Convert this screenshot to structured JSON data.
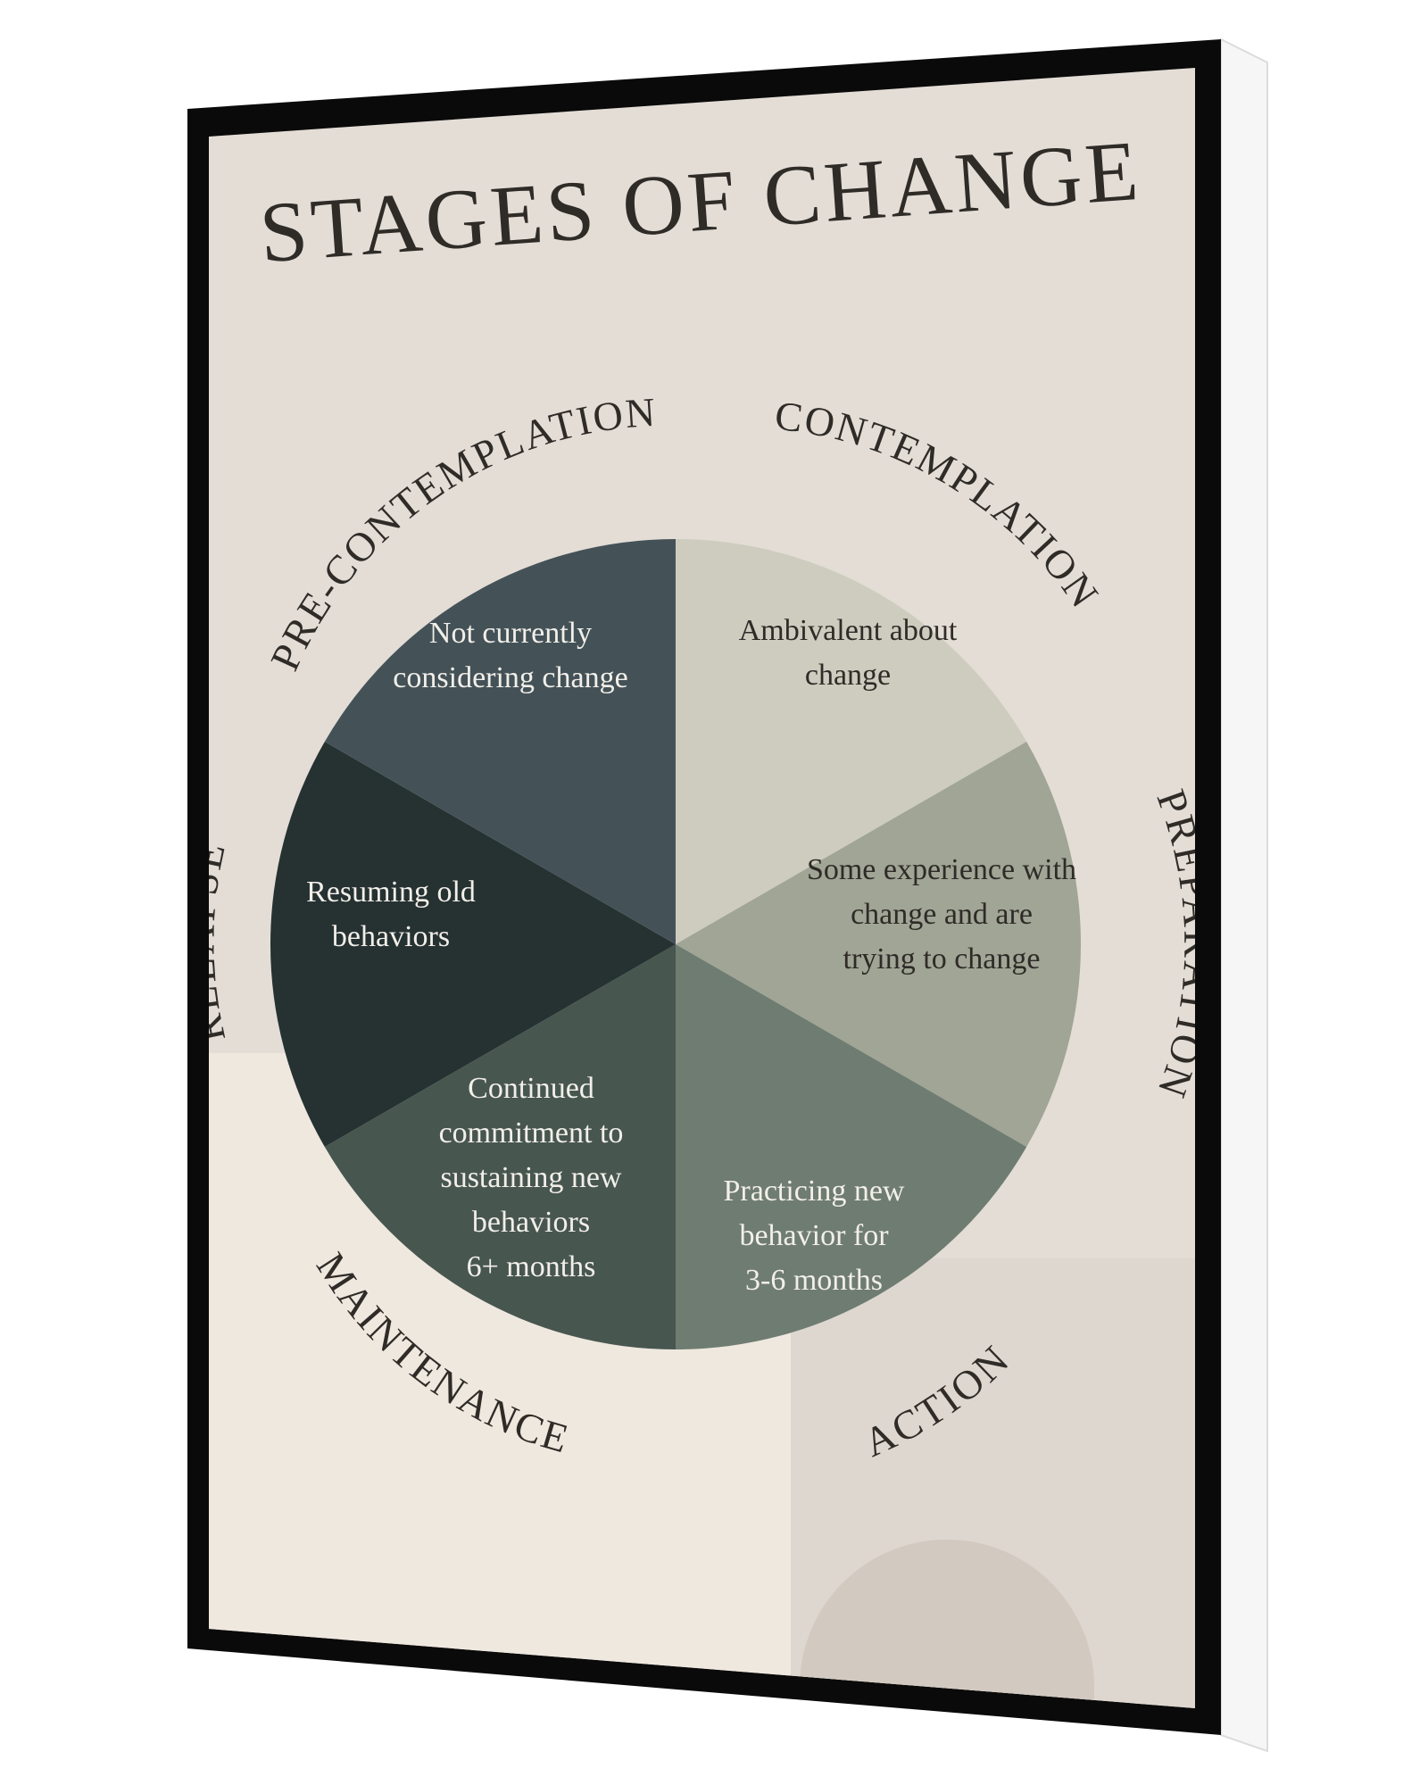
{
  "title": "STAGES OF CHANGE",
  "colors": {
    "poster_bg": "#e3ddd6",
    "poster_bg_lower": "#efe8df",
    "frame": "#0a0a0a",
    "canvas_edge": "#f4f4f4",
    "text_dark": "#2f2b27",
    "text_light": "#f2efe9",
    "decor_arch": "#d2c9c0",
    "decor_panel": "#ded7cf"
  },
  "stages": [
    {
      "name": "CONTEMPLATION",
      "description": [
        "Ambivalent about",
        "change"
      ],
      "color": "#cdccbf"
    },
    {
      "name": "PREPARATION",
      "description": [
        "Some experience with",
        "change and are",
        "trying to change"
      ],
      "color": "#a0a596"
    },
    {
      "name": "ACTION",
      "description": [
        "Practicing new",
        "behavior for",
        "3-6 months"
      ],
      "color": "#6f7c71"
    },
    {
      "name": "MAINTENANCE",
      "description": [
        "Continued",
        "commitment to",
        "sustaining new",
        "behaviors",
        "6+ months"
      ],
      "color": "#485650"
    },
    {
      "name": "RELAPSE",
      "description": [
        "Resuming old",
        "behaviors"
      ],
      "color": "#263132"
    },
    {
      "name": "PRE-CONTEMPLATION",
      "description": [
        "Not currently",
        "considering change"
      ],
      "color": "#445258"
    }
  ]
}
